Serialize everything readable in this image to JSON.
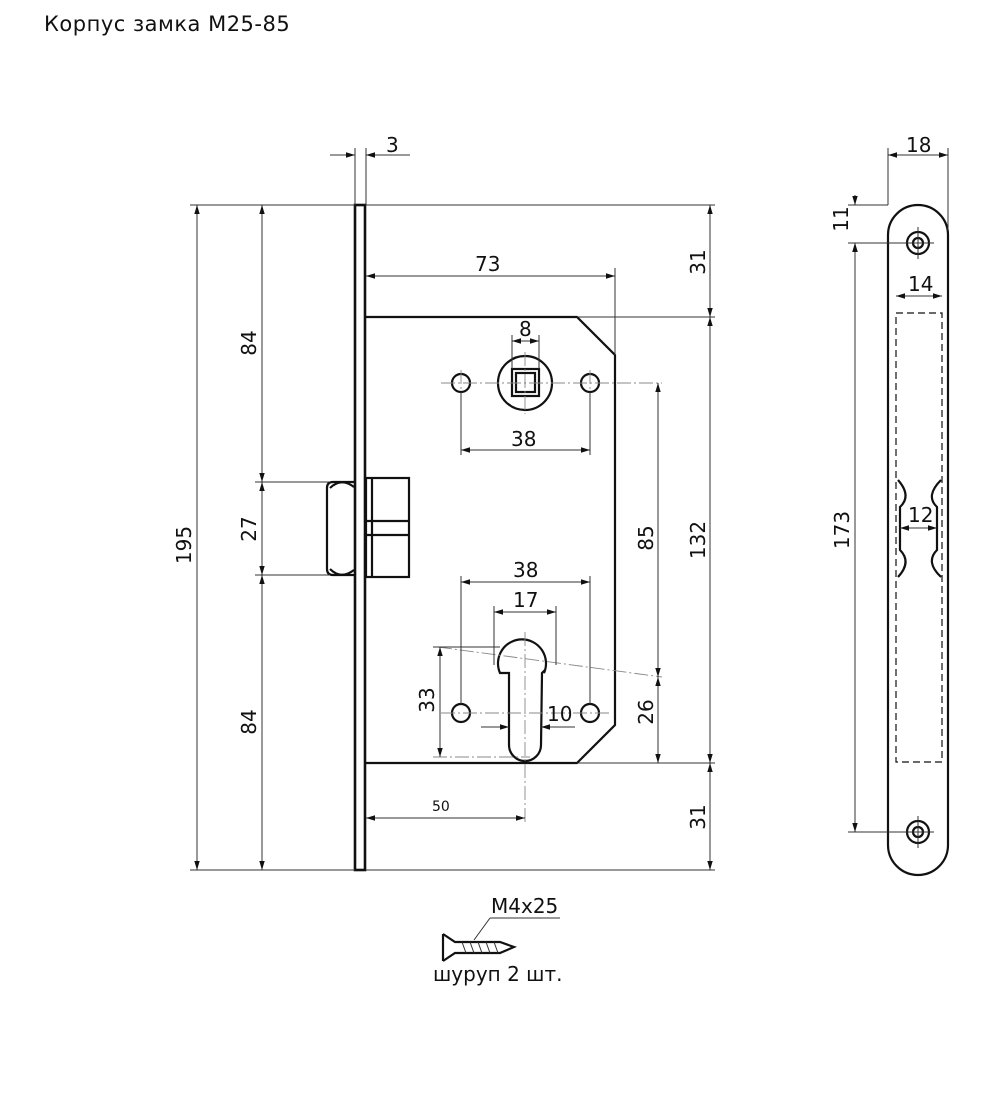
{
  "title": "Корпус замка М25-85",
  "dimensions": {
    "plate_thickness": "3",
    "backset_width": "73",
    "spindle_square": "8",
    "spindle_holes": "38",
    "cyl_holes": "38",
    "cyl_width": "17",
    "cyl_height": "33",
    "cyl_small": "10",
    "backset": "50",
    "total_height": "195",
    "upper": "84",
    "latch": "27",
    "lower": "84",
    "top_offset": "31",
    "body_height": "132",
    "bottom_offset": "31",
    "center_distance": "85",
    "cyl_to_bottom": "26",
    "faceplate_width": "18",
    "hole_offset": "11",
    "inner_width": "14",
    "latch_width": "12",
    "faceplate_holes": "173"
  },
  "screw": {
    "size": "М4х25",
    "note": "шуруп 2 шт."
  }
}
